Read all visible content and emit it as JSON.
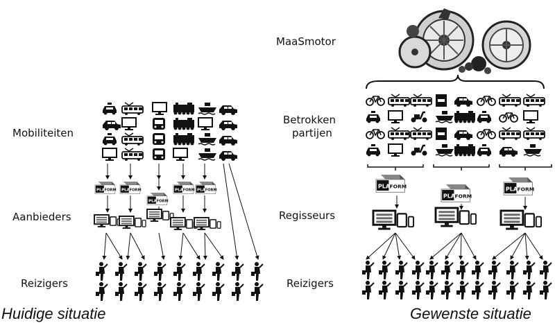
{
  "left": {
    "label_mobility": "Mobiliteiten",
    "label_providers": "Aanbieders",
    "label_travelers": "Reizigers",
    "caption": "Huidige situatie",
    "mobility_columns": [
      [
        "taxi-icon",
        "car-icon",
        "taxi-icon",
        "computer-icon"
      ],
      [
        "tram-icon",
        "computer-icon",
        "tram-icon",
        "tram-icon"
      ],
      [
        "computer-icon",
        "bus-icon",
        "bus-icon",
        "bus-icon"
      ],
      [
        "train-icon",
        "train-icon",
        "train-icon",
        "computer-icon"
      ],
      [
        "ship-icon",
        "computer-icon",
        "ship-icon",
        "ship-icon"
      ],
      [
        "car-icon",
        "car-icon",
        "car-icon",
        "car-icon"
      ]
    ]
  },
  "right": {
    "label_engine": "MaaSmotor",
    "label_parties_1": "Betrokken",
    "label_parties_2": "partijen",
    "label_directors": "Regisseurs",
    "label_travelers": "Reizigers",
    "caption": "Gewenste situatie"
  },
  "platform_text_1": "PLAT",
  "platform_text_2": "FORM",
  "colors": {
    "ink": "#111111",
    "paper": "#ffffff",
    "gray": "#9a9a9a"
  }
}
